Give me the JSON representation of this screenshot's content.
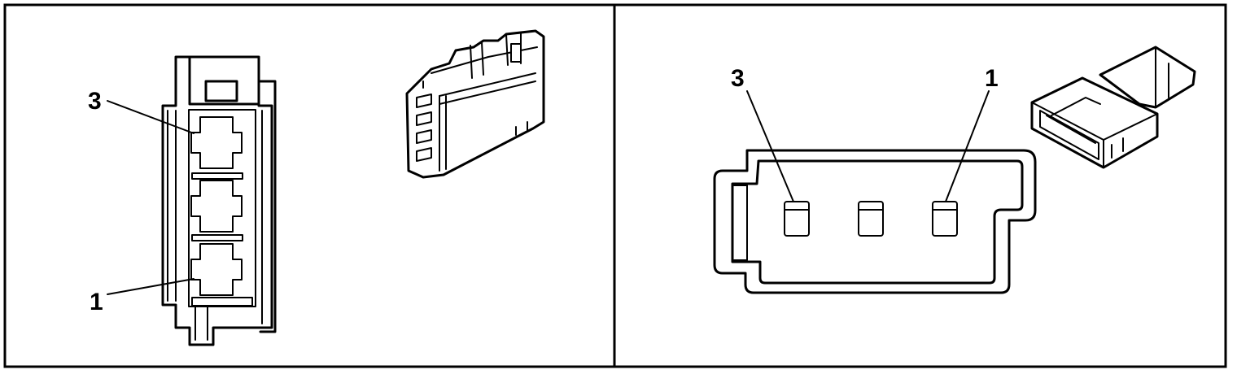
{
  "left_panel": {
    "front_view": {
      "callouts": [
        {
          "id": "pin-3",
          "label": "3"
        },
        {
          "id": "pin-1",
          "label": "1"
        }
      ]
    }
  },
  "right_panel": {
    "face_view": {
      "callouts": [
        {
          "id": "pin-3",
          "label": "3"
        },
        {
          "id": "pin-1",
          "label": "1"
        }
      ]
    }
  }
}
